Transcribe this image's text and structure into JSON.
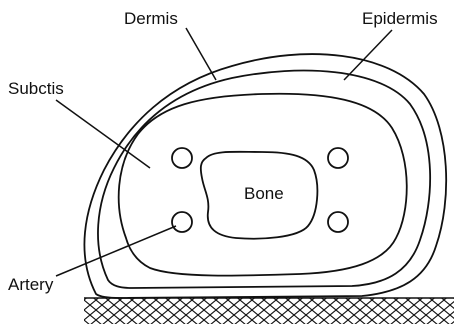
{
  "labels": {
    "dermis": "Dermis",
    "epidermis": "Epidermis",
    "subcutis": "Subctis",
    "artery": "Artery",
    "bone": "Bone"
  },
  "colors": {
    "stroke": "#111111",
    "background": "#ffffff"
  }
}
